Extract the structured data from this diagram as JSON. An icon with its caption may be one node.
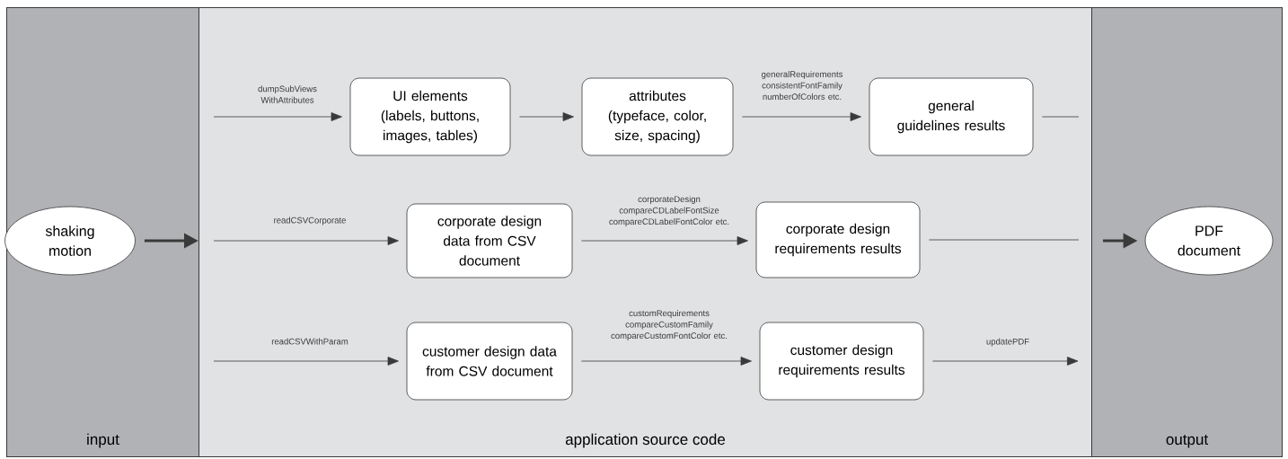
{
  "diagram": {
    "nodes": [
      {
        "text": [
          "input"
        ]
      },
      {
        "text": [
          "application source code"
        ]
      },
      {
        "text": [
          "output"
        ]
      },
      {
        "text": [
          "shaking motion"
        ],
        "in": 0
      },
      {
        "text": [
          "UI elements (labels, buttons, images, tables)"
        ],
        "in": 1
      },
      {
        "text": [
          "attributes (typeface, color, size, spacing)"
        ],
        "in": 1
      },
      {
        "text": [
          "general guidelines results"
        ],
        "in": 1
      },
      {
        "text": [
          "corporate design data from CSV document"
        ],
        "in": 1
      },
      {
        "text": [
          "corporate design requirements results"
        ],
        "in": 1
      },
      {
        "text": [
          "customer design data from CSV document"
        ],
        "in": 1
      },
      {
        "text": [
          "customer design requirements results"
        ],
        "in": 1
      },
      {
        "text": [
          "PDF document"
        ],
        "in": 2
      }
    ],
    "edges": [
      {
        "from": 3,
        "to": 1,
        "arrow": "to",
        "style": "thick"
      },
      {
        "from": 0,
        "to": 4,
        "arrow": "to",
        "label": "dumpSubViews WithAttributes"
      },
      {
        "from": 4,
        "to": 5,
        "arrow": "to"
      },
      {
        "from": 5,
        "to": 6,
        "arrow": "to",
        "label": "generalRequirements consistentFontFamily numberOfColors etc."
      },
      {
        "from": 6,
        "to": 2,
        "arrow": "none"
      },
      {
        "from": 0,
        "to": 7,
        "arrow": "to",
        "label": "readCSVCorporate"
      },
      {
        "from": 7,
        "to": 8,
        "arrow": "to",
        "label": "corporateDesign compareCDLabelFontSize compareCDLabelFontColor etc."
      },
      {
        "from": 8,
        "to": 2,
        "arrow": "none"
      },
      {
        "from": 0,
        "to": 9,
        "arrow": "to",
        "label": "readCSVWithParam"
      },
      {
        "from": 9,
        "to": 10,
        "arrow": "to",
        "label": "customRequirements compareCustomFamily compareCustomFontColor etc."
      },
      {
        "from": 10,
        "to": 2,
        "arrow": "to",
        "label": "updatePDF"
      },
      {
        "from": null,
        "to": 11,
        "arrow": "to",
        "style": "thick"
      }
    ]
  }
}
